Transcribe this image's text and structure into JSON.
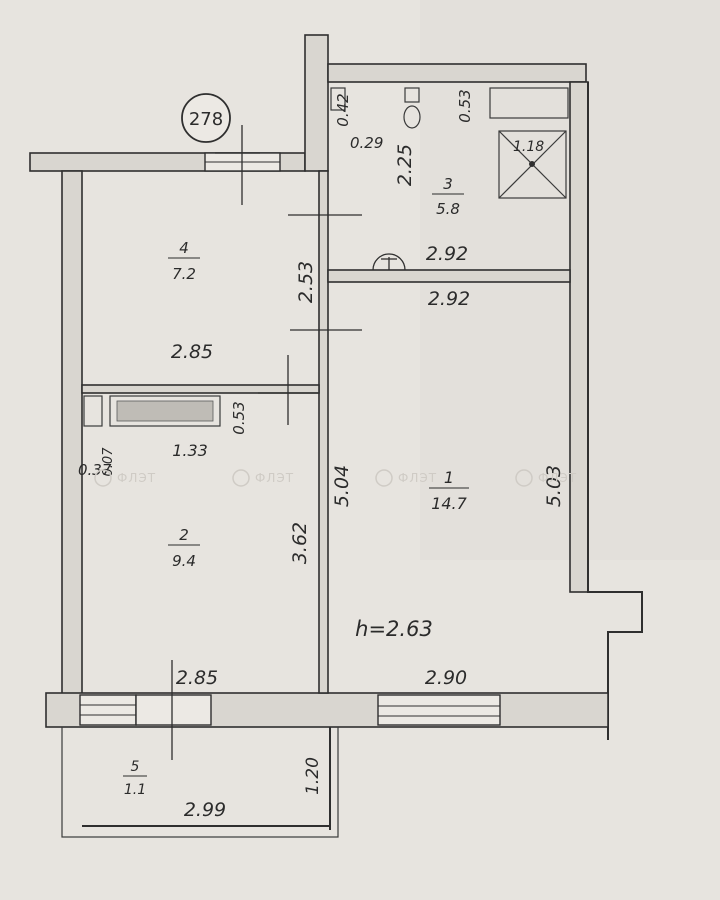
{
  "plan": {
    "unit_label": "278",
    "ceiling_height": "h=2.63",
    "rooms": [
      {
        "num": "1",
        "area": "14.7"
      },
      {
        "num": "2",
        "area": "9.4"
      },
      {
        "num": "3",
        "area": "5.8"
      },
      {
        "num": "4",
        "area": "7.2"
      },
      {
        "num": "5",
        "area": "1.1"
      }
    ],
    "dims": {
      "d042": "0.42",
      "d029": "0.29",
      "d053a": "0.53",
      "d225": "2.25",
      "d118": "1.18",
      "d292a": "2.92",
      "d292b": "2.92",
      "d253": "2.53",
      "d285a": "2.85",
      "d053b": "0.53",
      "d133": "1.33",
      "d037": "0.37",
      "d007": "0.07",
      "d504": "5.04",
      "d503": "5.03",
      "d362": "3.62",
      "d285b": "2.85",
      "d290": "2.90",
      "d120": "1.20",
      "d299": "2.99"
    },
    "watermark": "ФЛЭТ"
  }
}
